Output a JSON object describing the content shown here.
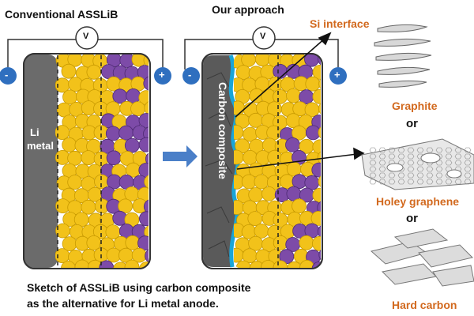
{
  "titles": {
    "conventional": "Conventional ASSLiB",
    "approach": "Our approach"
  },
  "voltmeter_symbol": "V",
  "terminals": {
    "negative": "-",
    "positive": "+"
  },
  "anode_labels": {
    "li_metal_line1": "Li",
    "li_metal_line2": "metal",
    "carbon_composite": "Carbon composite"
  },
  "callouts": {
    "si_interface": "Si interface",
    "graphite": "Graphite",
    "or1": "or",
    "holey_graphene": "Holey graphene",
    "or2": "or",
    "hard_carbon": "Hard carbon"
  },
  "caption": {
    "line1": "Sketch of ASSLiB using carbon composite",
    "line2": "as the alternative for Li metal anode."
  },
  "colors": {
    "li_metal": "#6b6b6b",
    "particle_yellow": "#f2c21a",
    "particle_purple": "#7d4ba8",
    "carbon": "#555555",
    "si_layer": "#1aa5d8",
    "terminal": "#2f6fbf",
    "arrow": "#4a7fc8",
    "label_orange": "#d2691e"
  }
}
